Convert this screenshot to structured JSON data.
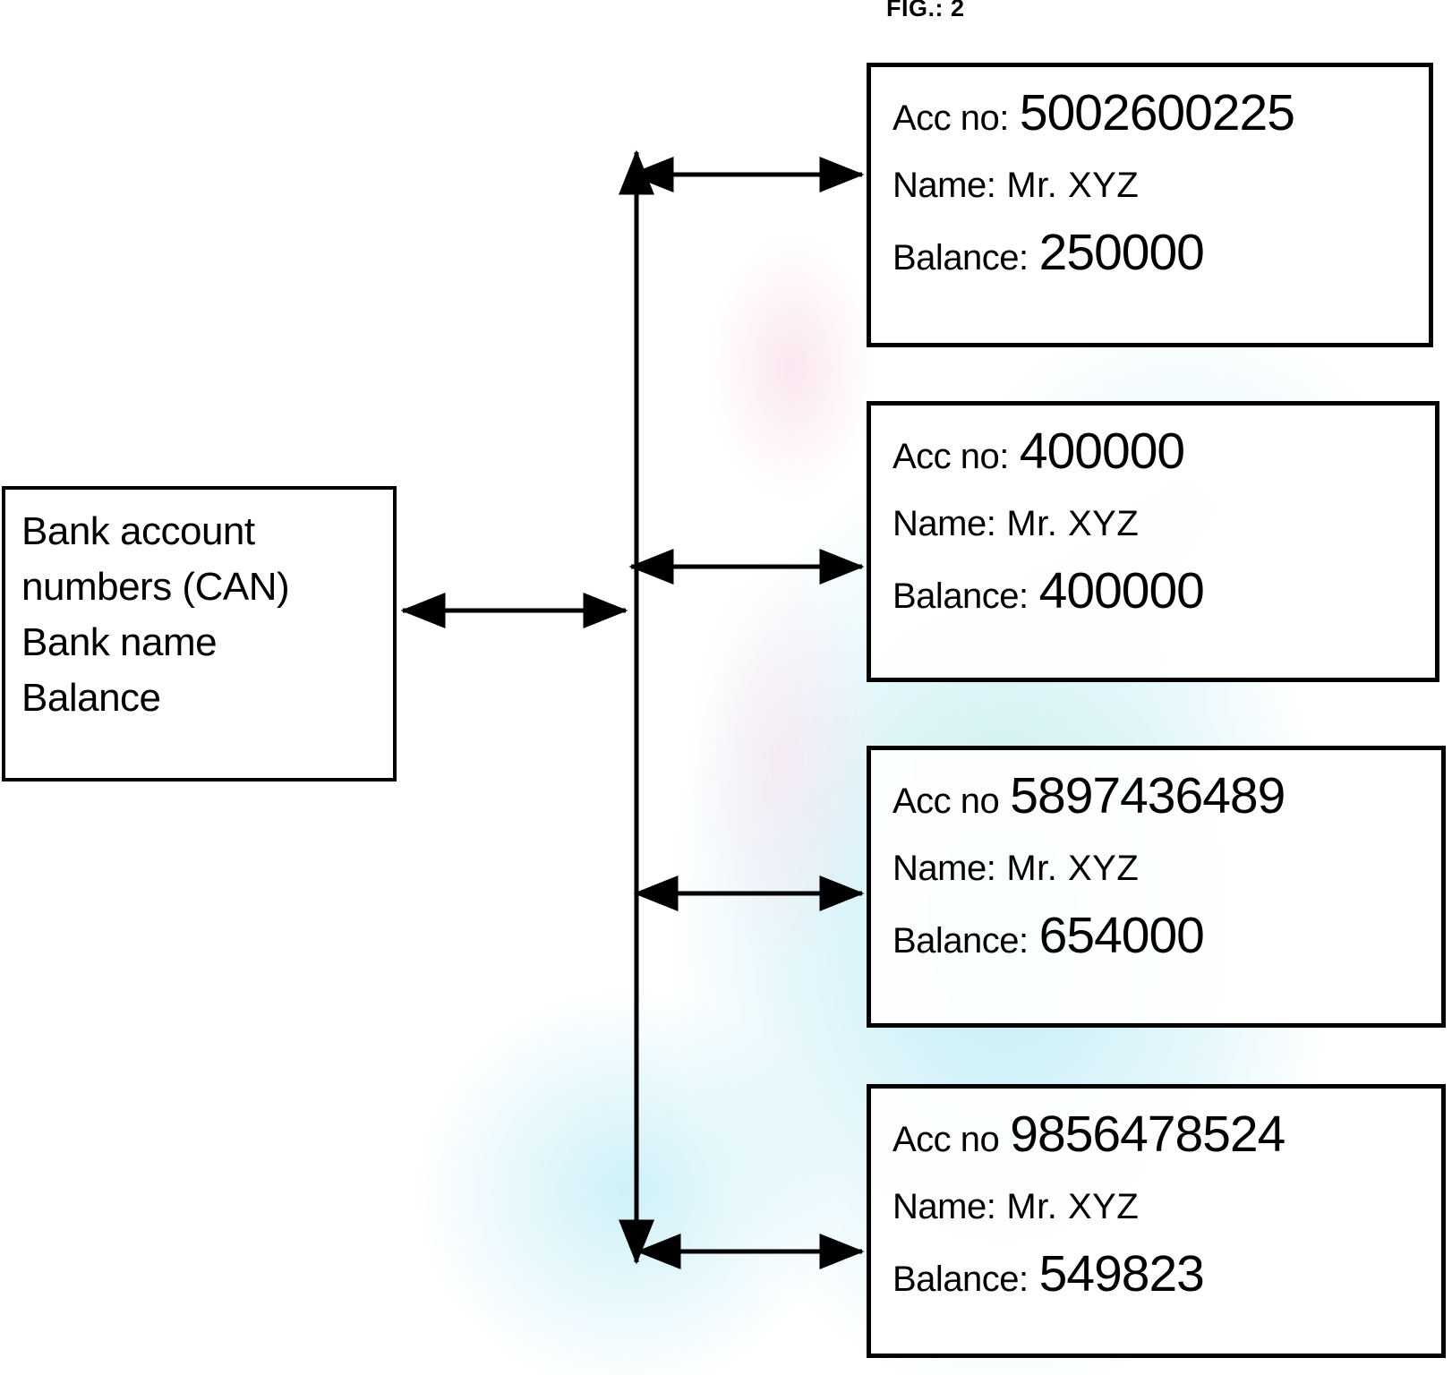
{
  "figure_title": "FIG.: 2",
  "colors": {
    "line": "#000000",
    "box_background": "#ffffff",
    "wash_cyan": "#b4e8f4",
    "wash_pink": "#f8d6e7",
    "wash_mint": "#d6f3e4"
  },
  "root_box": {
    "lines": [
      "Bank account",
      "numbers (CAN)",
      "Bank name",
      "Balance"
    ]
  },
  "accounts": [
    {
      "acc_label": "Acc no:",
      "acc_no": "5002600225",
      "name_label": "Name:",
      "name_value": "Mr. XYZ",
      "balance_label": "Balance:",
      "balance_value": "250000"
    },
    {
      "acc_label": "Acc no:",
      "acc_no": "400000",
      "name_label": "Name:",
      "name_value": "Mr. XYZ",
      "balance_label": "Balance:",
      "balance_value": "400000"
    },
    {
      "acc_label": "Acc no",
      "acc_no": "5897436489",
      "name_label": "Name:",
      "name_value": "Mr. XYZ",
      "balance_label": "Balance:",
      "balance_value": "654000"
    },
    {
      "acc_label": "Acc no",
      "acc_no": "9856478524",
      "name_label": "Name:",
      "name_value": "Mr. XYZ",
      "balance_label": "Balance:",
      "balance_value": "549823"
    }
  ]
}
